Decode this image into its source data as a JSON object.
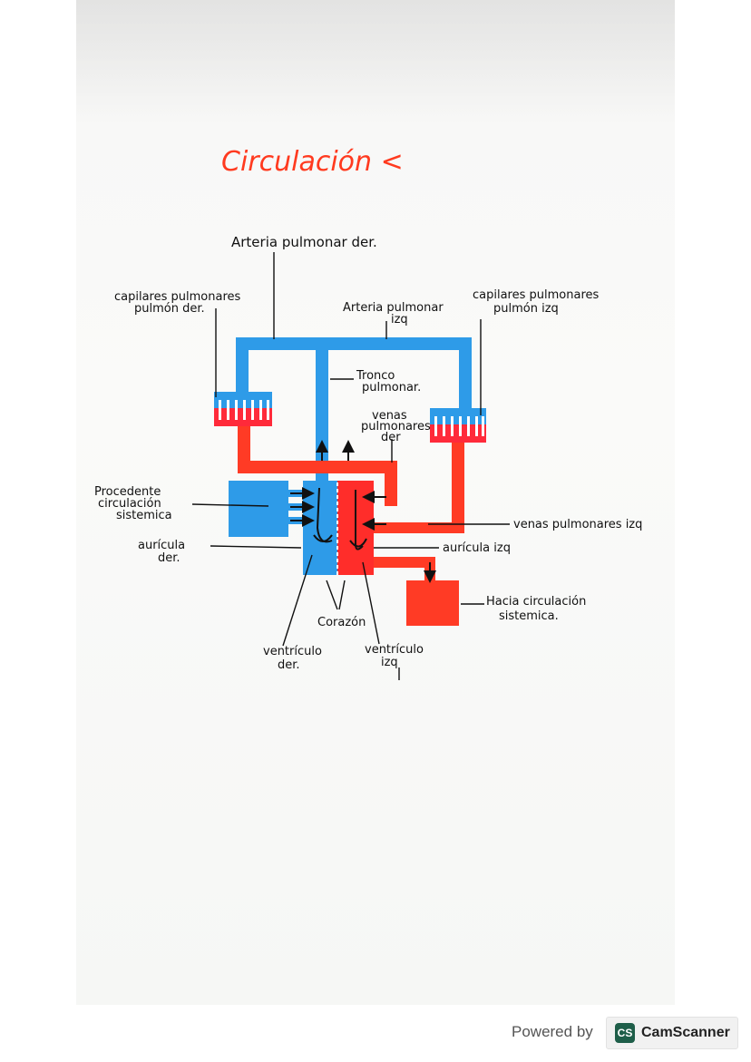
{
  "title": "Circulación <",
  "labels": {
    "arteria_pulmonar_der": "Arteria pulmonar der.",
    "capilares_pulmonares_der_1": "capilares pulmonares",
    "capilares_pulmonares_der_2": "pulmón der.",
    "arteria_pulmonar_izq_1": "Arteria pulmonar",
    "arteria_pulmonar_izq_2": "izq",
    "capilares_pulmonares_izq_1": "capilares pulmonares",
    "capilares_pulmonares_izq_2": "pulmón izq",
    "tronco_pulmonar_1": "Tronco",
    "tronco_pulmonar_2": "pulmonar.",
    "venas_pulmonares_der_1": "venas",
    "venas_pulmonares_der_2": "pulmonares",
    "venas_pulmonares_der_3": "der",
    "procedente_1": "Procedente",
    "procedente_2": "circulación",
    "procedente_3": "sistemica",
    "venas_pulmonares_izq": "venas pulmonares izq",
    "auricula_der_1": "aurícula",
    "auricula_der_2": "der.",
    "auricula_izq": "aurícula izq",
    "hacia_1": "Hacia circulación",
    "hacia_2": "sistemica.",
    "corazon": "Corazón",
    "ventriculo_der_1": "ventrículo",
    "ventriculo_der_2": "der.",
    "ventriculo_izq_1": "ventrículo",
    "ventriculo_izq_2": "izq"
  },
  "footer": {
    "powered_by": "Powered by",
    "brand_badge": "CS",
    "brand": "CamScanner"
  },
  "colors": {
    "title": "#ff3a1f",
    "blue": "#2e9be8",
    "red": "#ff3b25",
    "red_dark": "#e8212a",
    "ink": "#111111"
  }
}
